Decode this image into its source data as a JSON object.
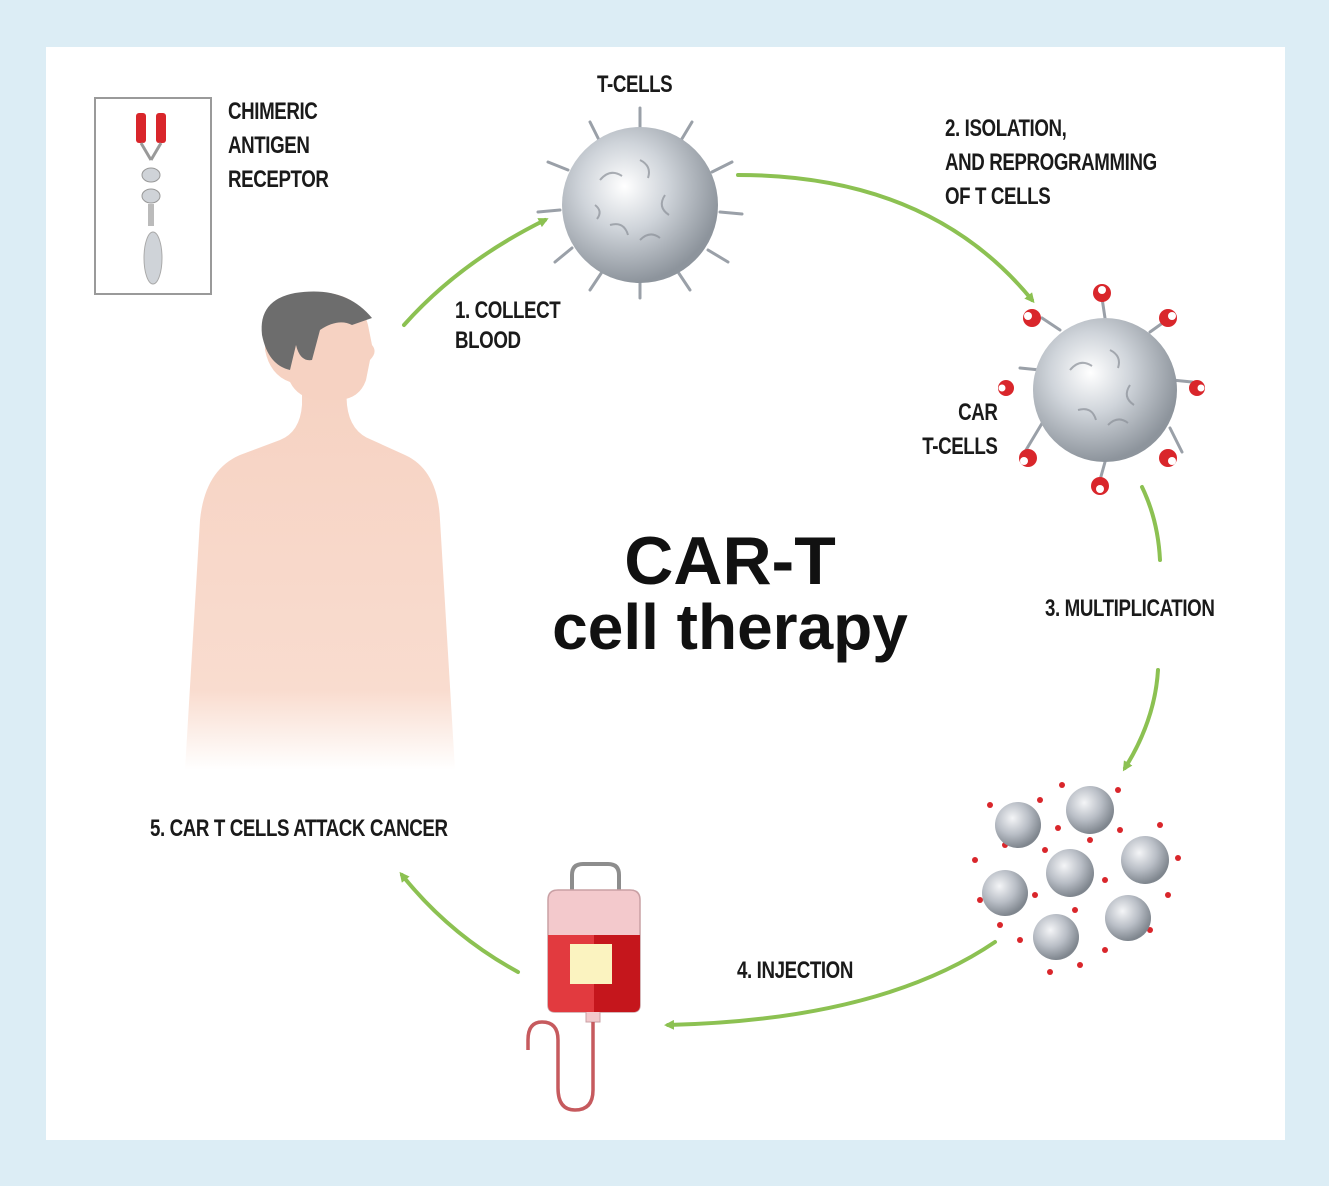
{
  "title": {
    "line1": "CAR-T",
    "line2": "cell therapy"
  },
  "receptor_label": [
    "CHIMERIC",
    "ANTIGEN",
    "RECEPTOR"
  ],
  "tcells_label": "T-CELLS",
  "step1": [
    "1. COLLECT",
    "BLOOD"
  ],
  "step2": [
    "2. ISOLATION,",
    "AND REPROGRAMMING",
    "OF T CELLS"
  ],
  "car_tcells_label": [
    "CAR",
    "T-CELLS"
  ],
  "step3": "3. MULTIPLICATION",
  "step4": "4. INJECTION",
  "step5": "5. CAR T CELLS ATTACK CANCER",
  "colors": {
    "background": "#dcedf5",
    "arrow": "#8cc152",
    "receptor_red": "#d9262b",
    "cell_grey": "#b8bec7",
    "skin": "#f8d9cb",
    "hair": "#6d6d6d"
  }
}
